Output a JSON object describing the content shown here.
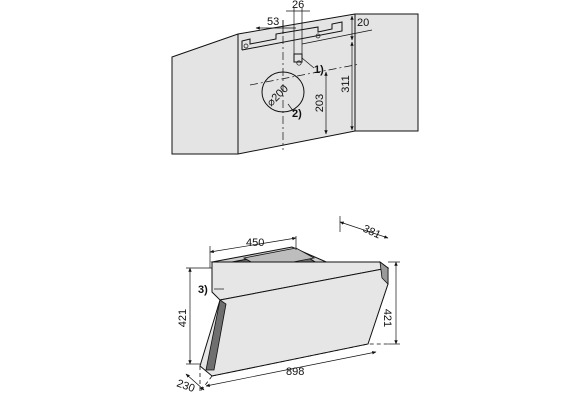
{
  "colors": {
    "panel_fill": "#e4e4e4",
    "hood_fill": "#e6e6e6",
    "hood_dark": "#6f6f6f",
    "hood_top": "#cfcfcf",
    "outline": "#111111"
  },
  "wall_drawing": {
    "dimensions": {
      "offset_left": "53",
      "bracket_width": "26",
      "top_gap": "20",
      "height_to_bracket": "311",
      "height_to_outlet": "203",
      "outlet_diameter": "⌀200"
    },
    "callouts": {
      "bracket": "1)",
      "outlet": "2)"
    }
  },
  "hood_drawing": {
    "dimensions": {
      "depth_top": "381",
      "outlet_width": "450",
      "height_left": "421",
      "height_right": "421",
      "width": "898",
      "depth_bottom": "230"
    },
    "callouts": {
      "frame": "3)"
    }
  }
}
